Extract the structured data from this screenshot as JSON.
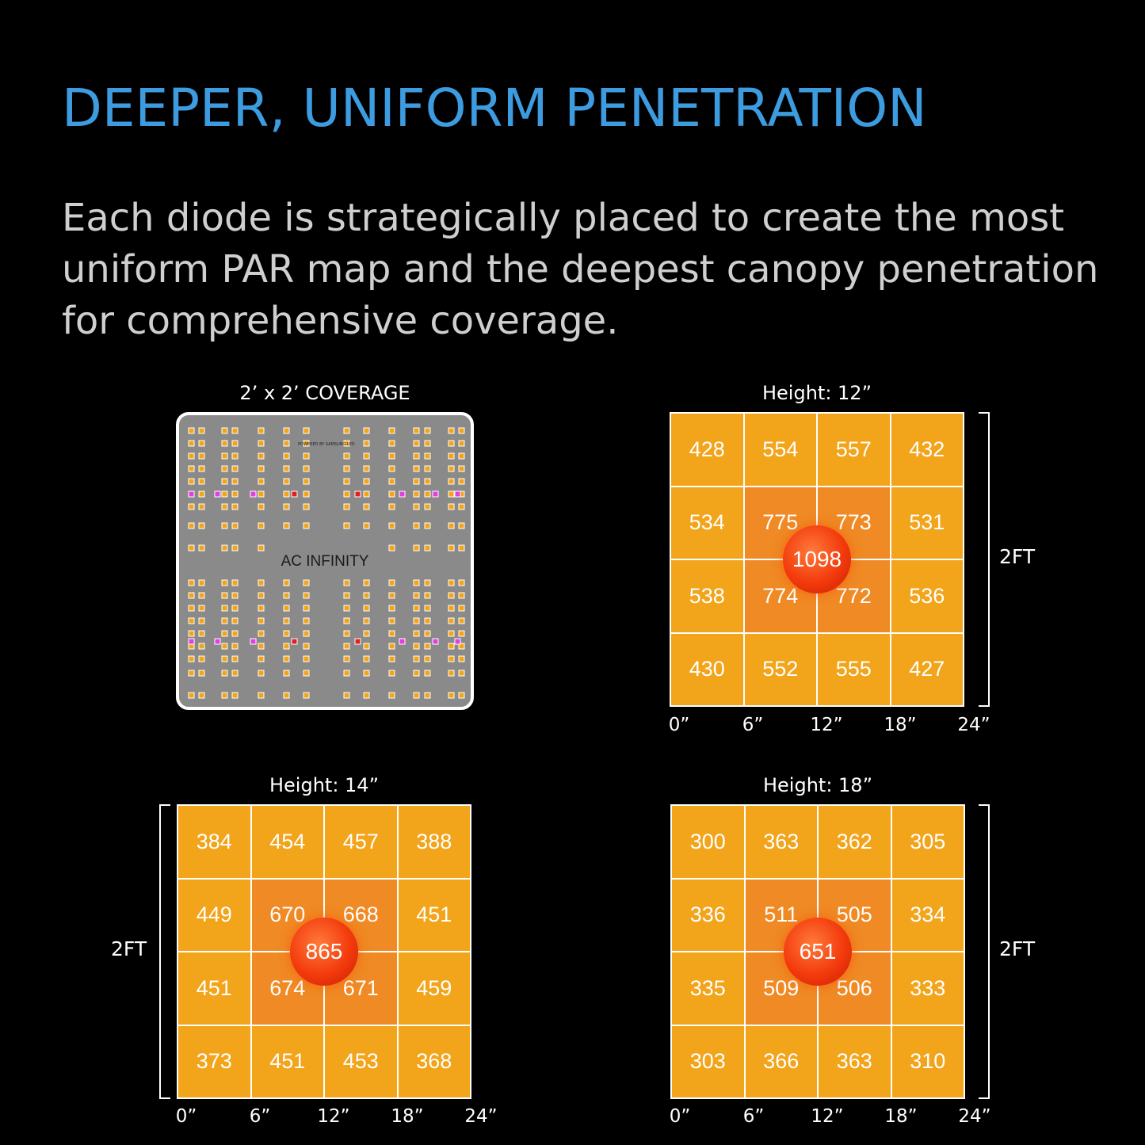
{
  "title": "DEEPER, UNIFORM PENETRATION",
  "subtitle": "Each diode is strategically placed to create the most uniform PAR map and the deepest canopy penetration for comprehensive coverage.",
  "fixture": {
    "title": "2’ x 2’ COVERAGE",
    "brand": "AC INFINITY",
    "small_text": "POWERED BY SAMSUNG LED",
    "colors": {
      "panel": "#8a8a8a",
      "diode": "#f2a41a",
      "uv": "#e040e0",
      "red": "#e02020"
    }
  },
  "chart_data": [
    {
      "type": "heatmap",
      "title": "Height: 12”",
      "side_label": "2FT",
      "x_ticks": [
        "0”",
        "6”",
        "12”",
        "18”",
        "24”"
      ],
      "center_value": "1098",
      "values": [
        [
          "428",
          "554",
          "557",
          "432"
        ],
        [
          "534",
          "775",
          "773",
          "531"
        ],
        [
          "538",
          "774",
          "772",
          "536"
        ],
        [
          "430",
          "552",
          "555",
          "427"
        ]
      ]
    },
    {
      "type": "heatmap",
      "title": "Height: 14”",
      "side_label": "2FT",
      "x_ticks": [
        "0”",
        "6”",
        "12”",
        "18”",
        "24”"
      ],
      "center_value": "865",
      "values": [
        [
          "384",
          "454",
          "457",
          "388"
        ],
        [
          "449",
          "670",
          "668",
          "451"
        ],
        [
          "451",
          "674",
          "671",
          "459"
        ],
        [
          "373",
          "451",
          "453",
          "368"
        ]
      ]
    },
    {
      "type": "heatmap",
      "title": "Height: 18”",
      "side_label": "2FT",
      "x_ticks": [
        "0”",
        "6”",
        "12”",
        "18”",
        "24”"
      ],
      "center_value": "651",
      "values": [
        [
          "300",
          "363",
          "362",
          "305"
        ],
        [
          "336",
          "511",
          "505",
          "334"
        ],
        [
          "335",
          "509",
          "506",
          "333"
        ],
        [
          "303",
          "366",
          "363",
          "310"
        ]
      ]
    }
  ],
  "colors": {
    "title": "#3d9be0",
    "outer_cell": "#f2a41a",
    "inner_cell": "#ef8a24",
    "center": "#f33a0c"
  }
}
